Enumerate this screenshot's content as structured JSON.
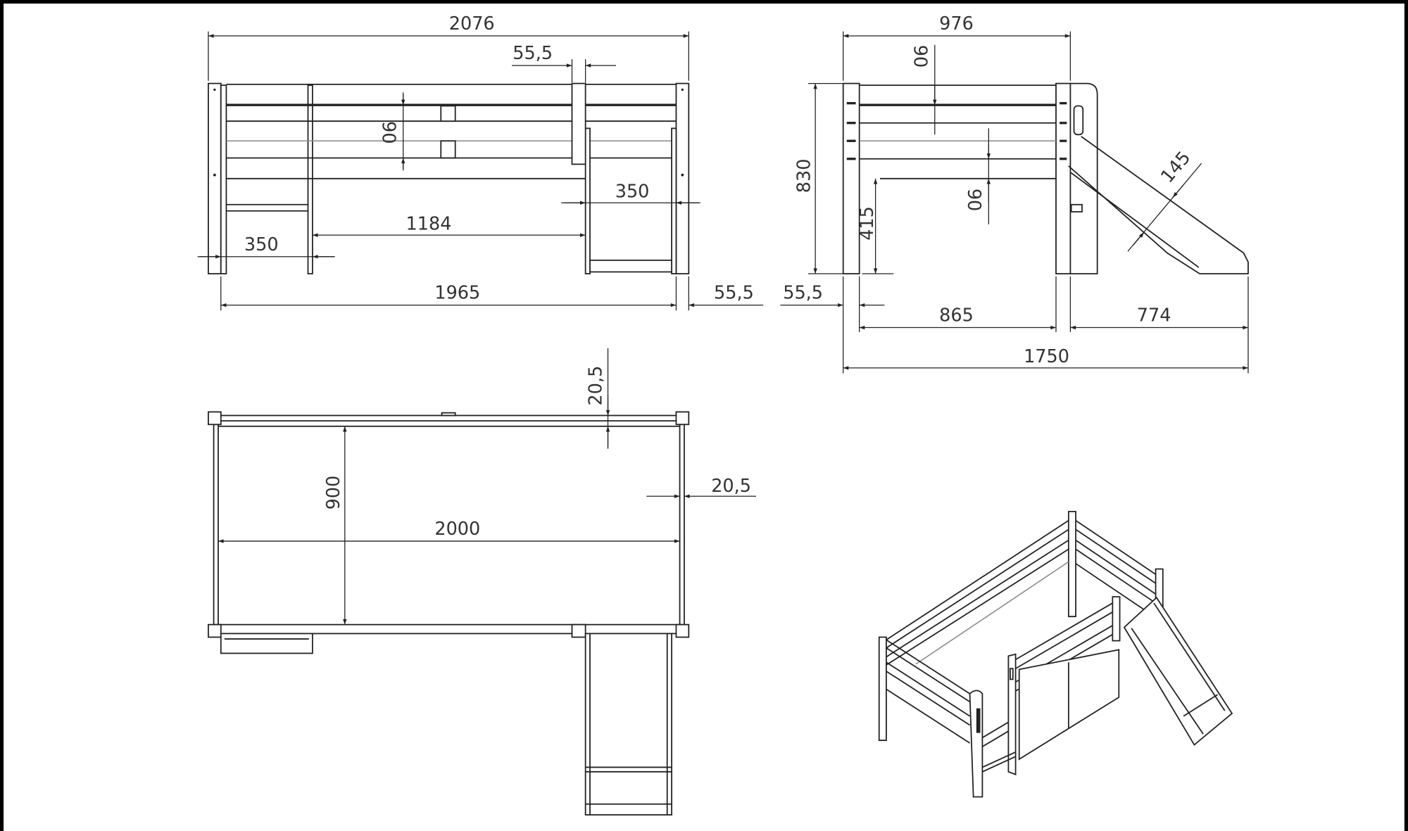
{
  "drawing": {
    "title": "Bed with slide dimension drawing",
    "line_color": "#222222",
    "background": "#ffffff",
    "front_view": {
      "overall_width": "2076",
      "post_width_top": "55,5",
      "rail_height": "90",
      "slide_opening": "350",
      "ladder_opening": "350",
      "middle_span": "1184",
      "inner_length": "1965",
      "post_width_right": "55,5"
    },
    "side_view": {
      "width": "976",
      "rail_height_top": "90",
      "height": "830",
      "clearance": "415",
      "rail_height_lower": "90",
      "slide_width": "145",
      "post_width": "55,5",
      "inner_width": "865",
      "slide_projection": "774",
      "overall_depth": "1750"
    },
    "top_view": {
      "rail_thickness_top": "20,5",
      "inner_width": "900",
      "inner_length": "2000",
      "rail_thickness_side": "20,5"
    }
  }
}
